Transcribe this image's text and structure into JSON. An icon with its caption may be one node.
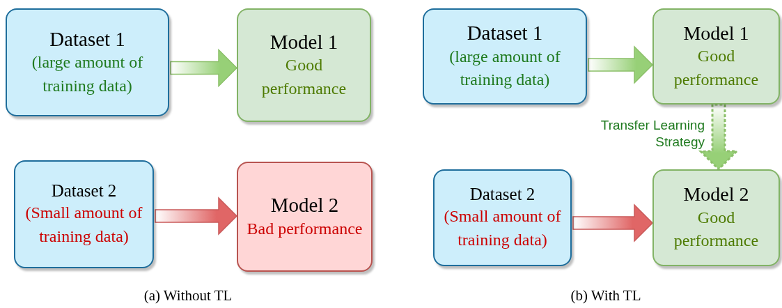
{
  "diagram": {
    "nodes": [
      {
        "text": [
          "Dataset 1",
          "(large amount of training data)"
        ]
      },
      {
        "text": [
          "Model 1",
          "Good performance"
        ]
      },
      {
        "text": [
          "Dataset 2",
          "(Small amount of training data)"
        ]
      },
      {
        "text": [
          "Model 2",
          "Bad performance"
        ]
      },
      {
        "text": [
          "Dataset 1",
          "(large amount of training data)"
        ]
      },
      {
        "text": [
          "Model 1",
          "Good performance"
        ]
      },
      {
        "text": [
          "Dataset 2",
          "(Small amount of training data)"
        ]
      },
      {
        "text": [
          "Model 2",
          "Good performance"
        ]
      }
    ],
    "edges": [
      {
        "from": 0,
        "to": 1,
        "arrow": "to"
      },
      {
        "from": 2,
        "to": 3,
        "arrow": "to",
        "color": "#e06666"
      },
      {
        "from": 4,
        "to": 5,
        "arrow": "to"
      },
      {
        "from": 5,
        "to": 7,
        "arrow": "to",
        "style": "dashed",
        "label": "Transfer Learning Strategy"
      },
      {
        "from": 6,
        "to": 7,
        "arrow": "to",
        "color": "#e06666"
      }
    ],
    "labels": [
      "(a) Without TL",
      "(b) With TL"
    ]
  }
}
